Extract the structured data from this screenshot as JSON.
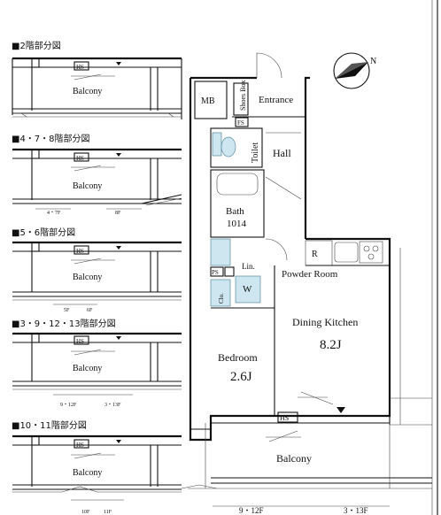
{
  "variants": [
    {
      "heading": "■2階部分図",
      "label": "Balcony",
      "hs": "HS",
      "notes": []
    },
    {
      "heading": "■4・7・8階部分図",
      "label": "Balcony",
      "hs": "HS",
      "notes": [
        "4・7F",
        "8F"
      ]
    },
    {
      "heading": "■5・6階部分図",
      "label": "Balcony",
      "hs": "HS",
      "notes": [
        "5F",
        "6F"
      ]
    },
    {
      "heading": "■3・9・12・13階部分図",
      "label": "Balcony",
      "hs": "HS",
      "notes": [
        "9・12F",
        "3・13F"
      ]
    },
    {
      "heading": "■10・11階部分図",
      "label": "Balcony",
      "hs": "HS",
      "notes": [
        "10F",
        "11F"
      ]
    }
  ],
  "plan": {
    "rooms": {
      "mb": "MB",
      "shoes_box": "Shoes Box",
      "entrance": "Entrance",
      "fs": "FS",
      "toilet": "Toilet",
      "hall": "Hall",
      "bath": "Bath",
      "bath_size": "1014",
      "r": "R",
      "ps": "PS",
      "lin": "Lin.",
      "w": "W",
      "clo": "Clo.",
      "powder_room": "Powder Room",
      "dining_kitchen": "Dining Kitchen",
      "dk_size": "8.2J",
      "bedroom": "Bedroom",
      "bedroom_size": "2.6J",
      "hs": "HS",
      "balcony": "Balcony"
    },
    "floor_notes": [
      "9・12F",
      "3・13F"
    ]
  },
  "compass": {
    "label": "N"
  },
  "colors": {
    "wall": "#111111",
    "fixture": "#cde6ef"
  }
}
